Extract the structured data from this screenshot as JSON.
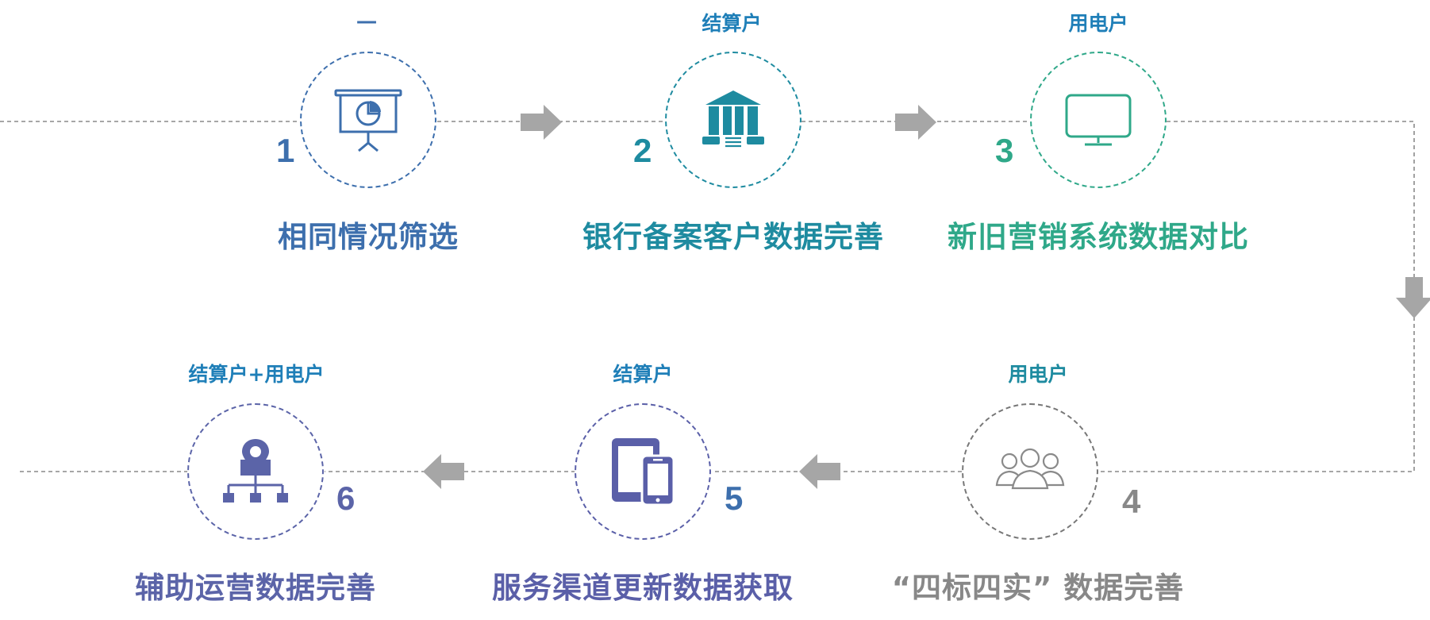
{
  "steps": [
    {
      "num": "1",
      "tag": "一",
      "title": "相同情况筛选",
      "icon": "presentation-chart-icon",
      "color": "#3d6fad",
      "border": "#3d6fad"
    },
    {
      "num": "2",
      "tag": "结算户",
      "title": "银行备案客户数据完善",
      "icon": "bank-icon",
      "color": "#1e8ba0",
      "border": "#1e8ba0"
    },
    {
      "num": "3",
      "tag": "用电户",
      "title": "新旧营销系统数据对比",
      "icon": "monitor-icon",
      "color": "#2fa889",
      "border": "#2fa889"
    },
    {
      "num": "4",
      "tag": "用电户",
      "title": "“四标四实” 数据完善",
      "icon": "user-group-icon",
      "color": "#888888",
      "border": "#777777",
      "tagColor": "#1e8ba0"
    },
    {
      "num": "5",
      "tag": "结算户",
      "title": "服务渠道更新数据获取",
      "icon": "mobile-devices-icon",
      "color": "#5a5fa8",
      "border": "#5a5fa8",
      "tagColor": "#1f7fb8",
      "numColor": "#3d6fad"
    },
    {
      "num": "6",
      "tag": "结算户+用电户",
      "title": "辅助运营数据完善",
      "icon": "location-hierarchy-icon",
      "color": "#5b64a8",
      "border": "#5b64a8",
      "tagColor": "#1f7fb8"
    }
  ]
}
